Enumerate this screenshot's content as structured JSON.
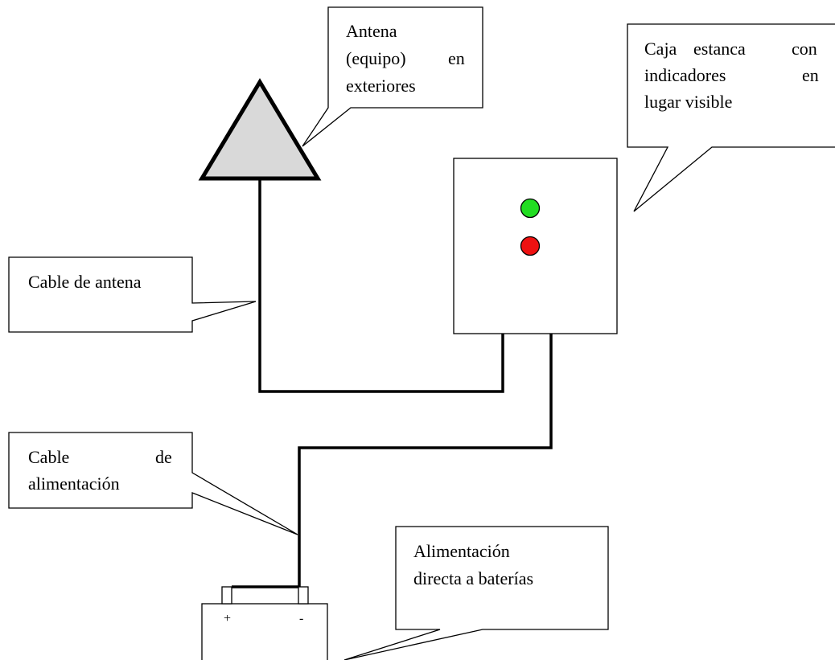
{
  "callouts": {
    "antenna": {
      "line1": "Antena",
      "line2a": "(equipo)",
      "line2b": "en",
      "line3": "exteriores"
    },
    "box": {
      "line1a": "Caja",
      "line1b": "estanca",
      "line1c": "con",
      "line2a": "indicadores",
      "line2b": "en",
      "line3": "lugar visible"
    },
    "antenna_cable": {
      "line1": "Cable de antena"
    },
    "power_cable": {
      "line1a": "Cable",
      "line1b": "de",
      "line2": "alimentación"
    },
    "battery": {
      "line1": "Alimentación",
      "line2": "directa a baterías"
    }
  },
  "battery": {
    "positive": "+",
    "negative": "-"
  },
  "indicators": {
    "top_color": "#22dd22",
    "bottom_color": "#ee1111"
  },
  "colors": {
    "antenna_fill": "#d9d9d9",
    "stroke": "#000000"
  }
}
